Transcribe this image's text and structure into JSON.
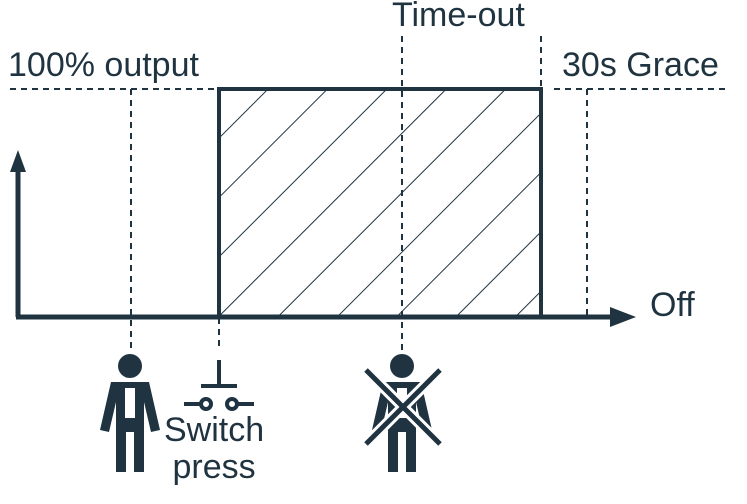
{
  "labels": {
    "timeout": "Time-out",
    "output": "100% output",
    "grace": "30s Grace",
    "off": "Off",
    "switch_line1": "Switch",
    "switch_line2": "press"
  },
  "icons": {
    "person_present": "person-icon",
    "switch": "push-switch-icon",
    "person_absent": "person-crossed-icon"
  },
  "colors": {
    "ink": "#1f3340"
  }
}
